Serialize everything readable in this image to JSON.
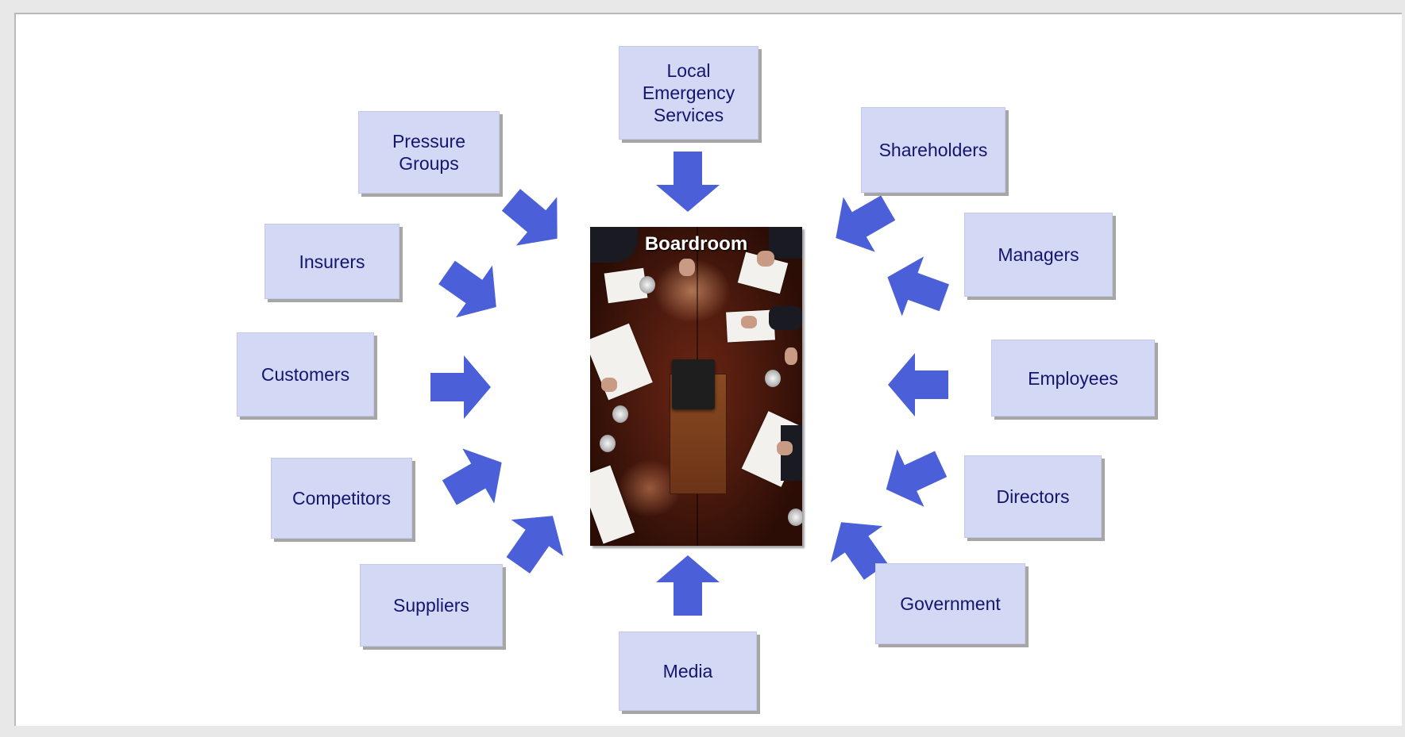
{
  "diagram": {
    "center_label": "Boardroom",
    "stakeholders": [
      "Local\nEmergency\nServices",
      "Shareholders",
      "Managers",
      "Employees",
      "Directors",
      "Government",
      "Media",
      "Suppliers",
      "Competitors",
      "Customers",
      "Insurers",
      "Pressure\nGroups"
    ]
  },
  "colors": {
    "box_fill": "#d3d8f4",
    "box_text": "#13156e",
    "arrow": "#4a5fd8"
  }
}
